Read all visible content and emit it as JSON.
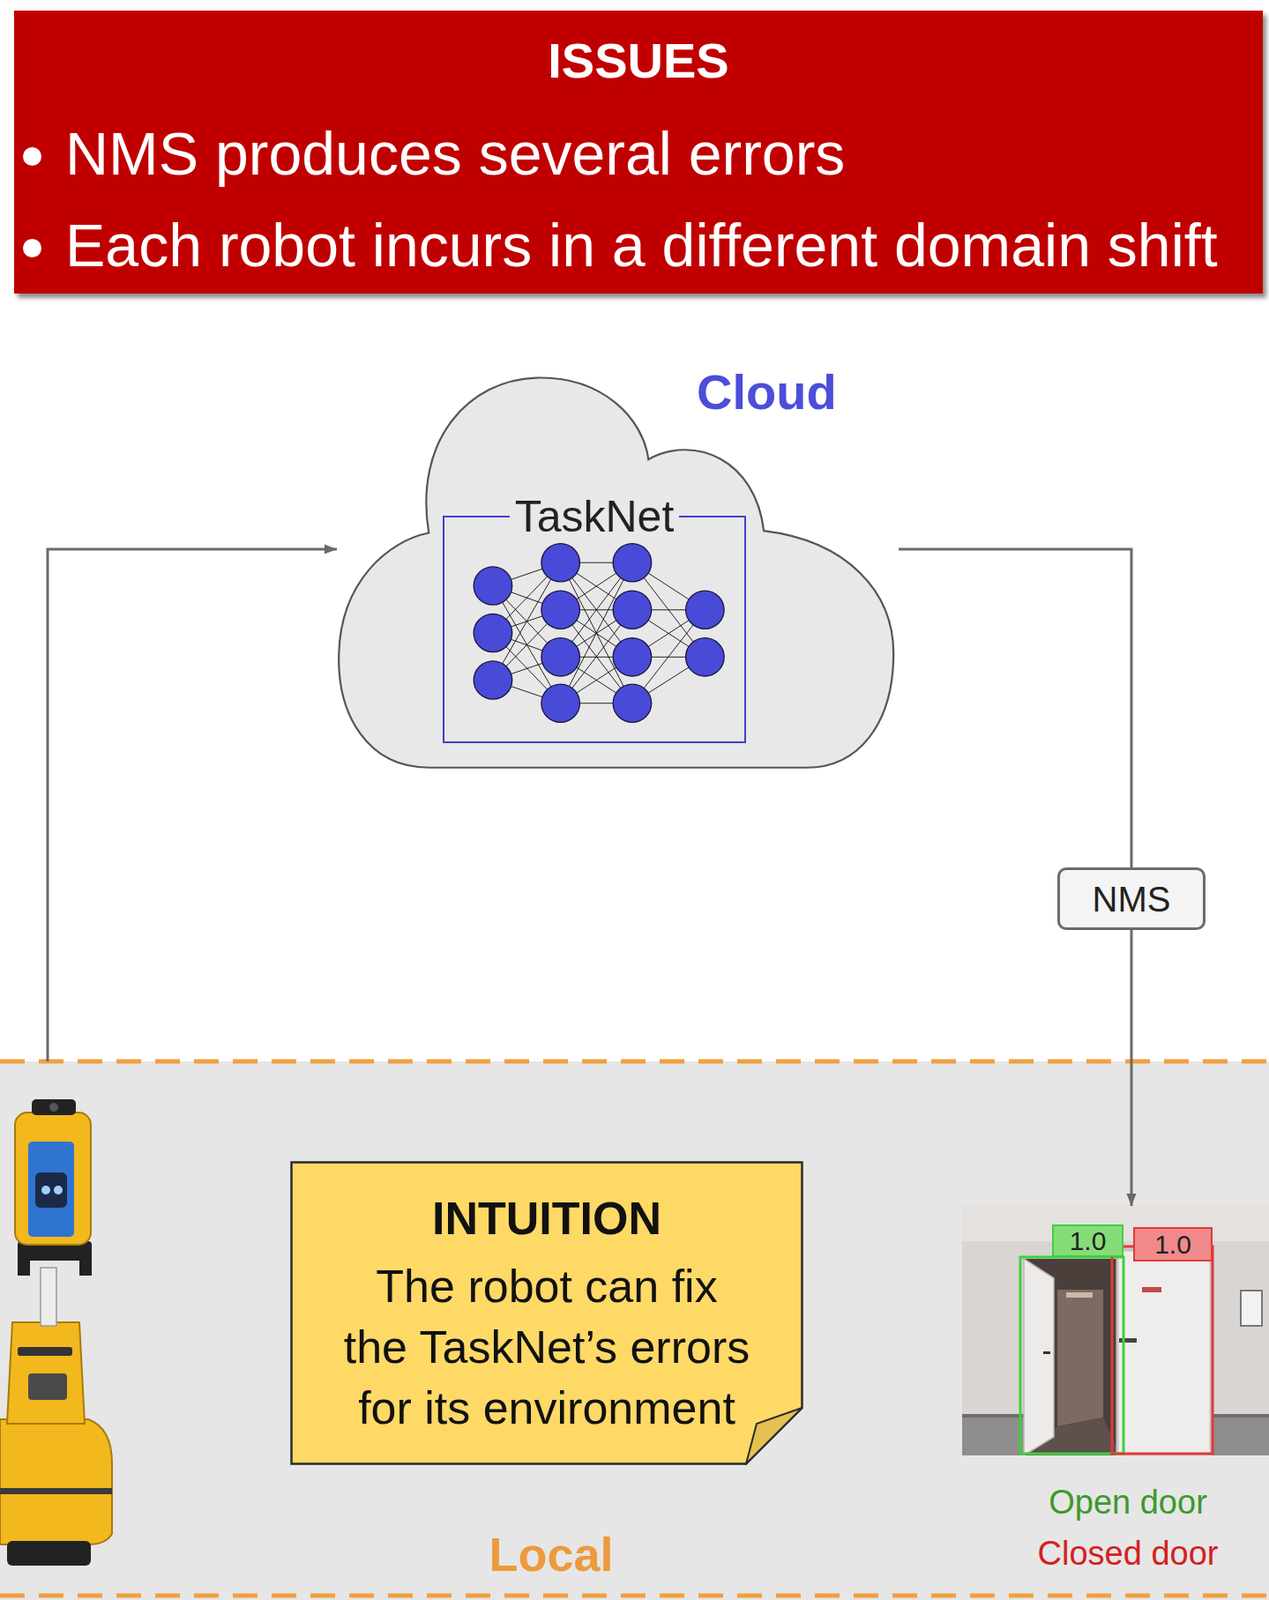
{
  "diagram": {
    "nodes": [
      {
        "text": [
          "ISSUES",
          "NMS produces several errors",
          "Each robot incurs in a different domain shift"
        ]
      },
      {
        "text": [
          "Cloud"
        ]
      },
      {
        "text": [
          "TaskNet"
        ],
        "in": 1
      },
      {
        "text": [
          "NMS"
        ]
      },
      {
        "text": [
          "Local"
        ]
      },
      {
        "text": [
          "INTUITION",
          "The robot can fix the TaskNet’s errors for its environment"
        ],
        "in": 4
      },
      {
        "text": [
          "1.0",
          "1.0"
        ],
        "in": 4
      }
    ],
    "edges": [
      {
        "from": 4,
        "to": 1,
        "arrow": "to"
      },
      {
        "from": 1,
        "to": 3,
        "arrow": "none"
      },
      {
        "from": 3,
        "to": 6,
        "arrow": "to"
      }
    ],
    "legend": [
      {
        "text": "Open door",
        "color": "#3c9a2c"
      },
      {
        "text": "Closed door",
        "color": "#d42020"
      }
    ]
  }
}
